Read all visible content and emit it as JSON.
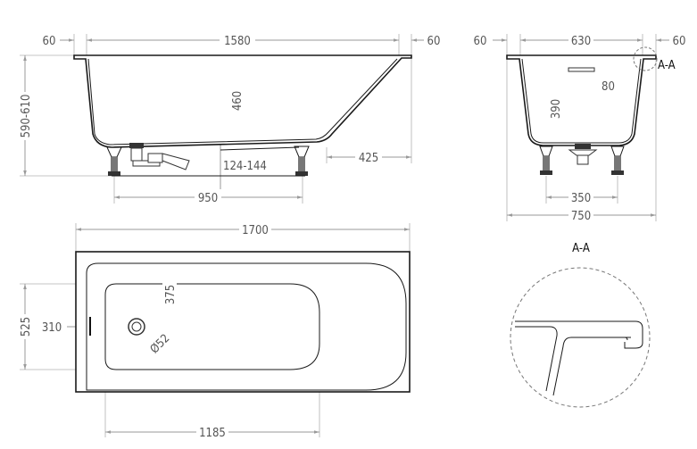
{
  "side_view": {
    "rim_left": "60",
    "length_inner": "1580",
    "rim_right": "60",
    "total_height": "590-610",
    "depth": "460",
    "leg_height": "124-144",
    "slope_offset": "425",
    "leg_spacing": "950"
  },
  "end_view": {
    "rim_left": "60",
    "width_inner": "630",
    "rim_right": "60",
    "section_marker": "A-A",
    "overflow_width": "80",
    "depth": "390",
    "leg_spacing": "350",
    "total_width": "750"
  },
  "plan_view": {
    "total_length": "1700",
    "total_width": "525",
    "drain_offset_x": "310",
    "drain_offset_y": "375",
    "drain_diameter": "Ø52",
    "basin_length": "1185"
  },
  "detail": {
    "title": "A-A"
  }
}
